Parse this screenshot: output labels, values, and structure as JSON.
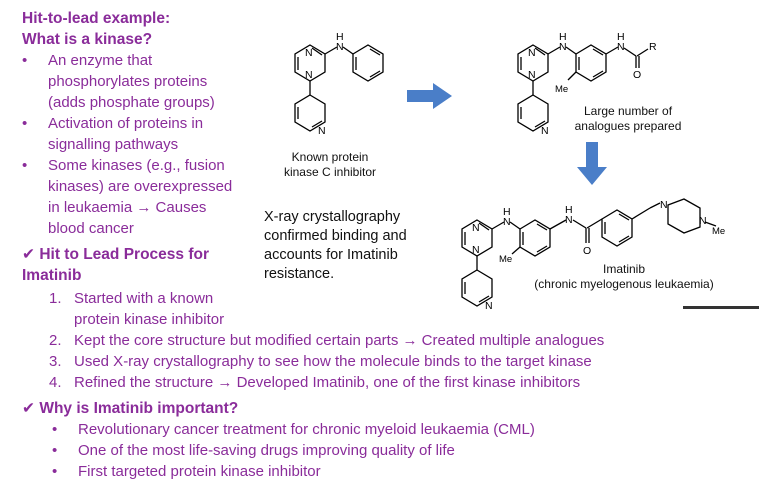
{
  "heading": {
    "line1": "Hit-to-lead example:",
    "line2": "What is a kinase?"
  },
  "kinase_bullets": [
    {
      "line1": "An enzyme that",
      "line2": "phosphorylates proteins",
      "line3": "(adds phosphate groups)"
    },
    {
      "line1": "Activation of proteins in",
      "line2": "signalling pathways"
    },
    {
      "line1": "Some kinases (e.g., fusion",
      "line2": "kinases) are overexpressed",
      "line3": "in leukaemia → Causes",
      "line4": "blood cancer"
    }
  ],
  "bullet_char": "•",
  "check_char": "✔",
  "process": {
    "heading_line1": "Hit to Lead Process for",
    "heading_line2": "Imatinib",
    "steps": [
      {
        "num": "1.",
        "line1": "Started with a known",
        "line2": "protein kinase inhibitor"
      },
      {
        "num": "2.",
        "line1": "Kept the core structure but modified certain parts → Created multiple analogues"
      },
      {
        "num": "3.",
        "line1": "Used X-ray crystallography to see how the molecule binds to the target kinase"
      },
      {
        "num": "4.",
        "line1": "Refined the structure → Developed Imatinib, one of the first kinase inhibitors"
      }
    ]
  },
  "importance": {
    "heading": "Why is Imatinib important?",
    "bullets": [
      "Revolutionary cancer treatment for chronic myeloid leukaemia (CML)",
      "One of the most life-saving drugs improving quality of life",
      "First targeted protein kinase inhibitor"
    ]
  },
  "diagram": {
    "known_caption_line1": "Known protein",
    "known_caption_line2": "kinase C inhibitor",
    "analogues_caption_line1": "Large number of",
    "analogues_caption_line2": "analogues prepared",
    "xray_line1": "X-ray crystallography",
    "xray_line2": "confirmed binding and",
    "xray_line3": "accounts for Imatinib",
    "xray_line4": "resistance.",
    "imatinib_caption_line1": "Imatinib",
    "imatinib_caption_line2": "(chronic myelogenous leukaemia)",
    "atoms": {
      "N": "N",
      "H": "H",
      "O": "O",
      "R": "R",
      "Me": "Me"
    },
    "arrow_color": "#4a7ec8"
  },
  "colors": {
    "accent": "#8a2c9a",
    "text": "#111111"
  }
}
